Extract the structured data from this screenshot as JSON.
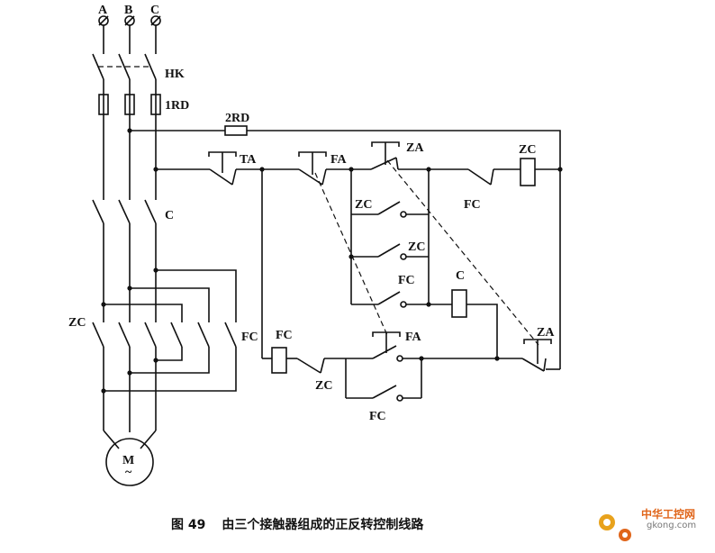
{
  "labels": {
    "phase_a": "A",
    "phase_b": "B",
    "phase_c": "C",
    "hk": "HK",
    "rd1": "1RD",
    "rd2": "2RD",
    "contactor_c": "C",
    "zc_left": "ZC",
    "fc_left": "FC",
    "ta": "TA",
    "fa_top": "FA",
    "za_top": "ZA",
    "zc_coil": "ZC",
    "fc_contact_top": "FC",
    "zc_aux1": "ZC",
    "zc_aux2": "ZC",
    "fc_aux": "FC",
    "c_coil": "C",
    "fc_coil": "FC",
    "zc_bottom": "ZC",
    "fa_bottom": "FA",
    "fc_bottom": "FC",
    "za_right": "ZA",
    "motor": "M",
    "motor_tilde": "~"
  },
  "caption": {
    "number": "图 49",
    "title": "由三个接触器组成的正反转控制线路"
  },
  "watermark": {
    "site_cn": "中华工控网",
    "site_url": "gkong.com",
    "colors": {
      "gear": "#e8a21c",
      "gear2": "#e0651a"
    }
  }
}
